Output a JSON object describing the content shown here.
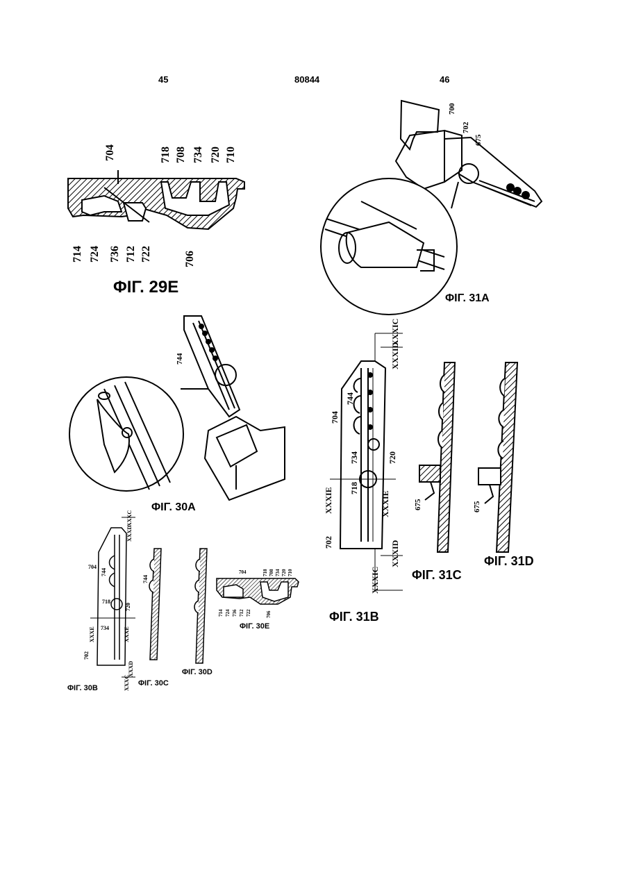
{
  "header": {
    "left_page": "45",
    "doc_number": "80844",
    "right_page": "46"
  },
  "figures": {
    "fig29e": {
      "caption": "ΦΙΓ. 29E",
      "labels_top": [
        "704",
        "718",
        "708",
        "734",
        "720",
        "710"
      ],
      "labels_bottom": [
        "714",
        "724",
        "736",
        "712",
        "722",
        "706"
      ]
    },
    "fig30a": {
      "caption": "ΦΙΓ. 30A",
      "labels": [
        "744"
      ]
    },
    "fig30b": {
      "caption": "ΦΙΓ. 30B",
      "labels": [
        "XXXC",
        "XXXD",
        "704",
        "744",
        "718",
        "720",
        "734",
        "XXXE",
        "XXXE",
        "702",
        "XXXD",
        "XXXC"
      ]
    },
    "fig30c": {
      "caption": "ΦΙΓ. 30C",
      "labels": [
        "744"
      ]
    },
    "fig30d": {
      "caption": "ΦΙΓ. 30D"
    },
    "fig30e": {
      "caption": "ΦΙΓ. 30E",
      "labels": [
        "704",
        "718",
        "708",
        "734",
        "720",
        "710",
        "714",
        "724",
        "736",
        "712",
        "722",
        "706"
      ]
    },
    "fig31a": {
      "caption": "ΦΙΓ. 31A",
      "labels": [
        "700",
        "702",
        "675"
      ]
    },
    "fig31b": {
      "caption": "ΦΙΓ. 31B",
      "labels": [
        "XXXIC",
        "XXXID",
        "744",
        "704",
        "734",
        "720",
        "718",
        "XXXIE",
        "XXXIE",
        "702",
        "XXXID",
        "XXXIC"
      ]
    },
    "fig31c": {
      "caption": "ΦΙΓ. 31C",
      "labels": [
        "675"
      ]
    },
    "fig31d": {
      "caption": "ΦΙΓ. 31D",
      "labels": [
        "675"
      ]
    }
  }
}
